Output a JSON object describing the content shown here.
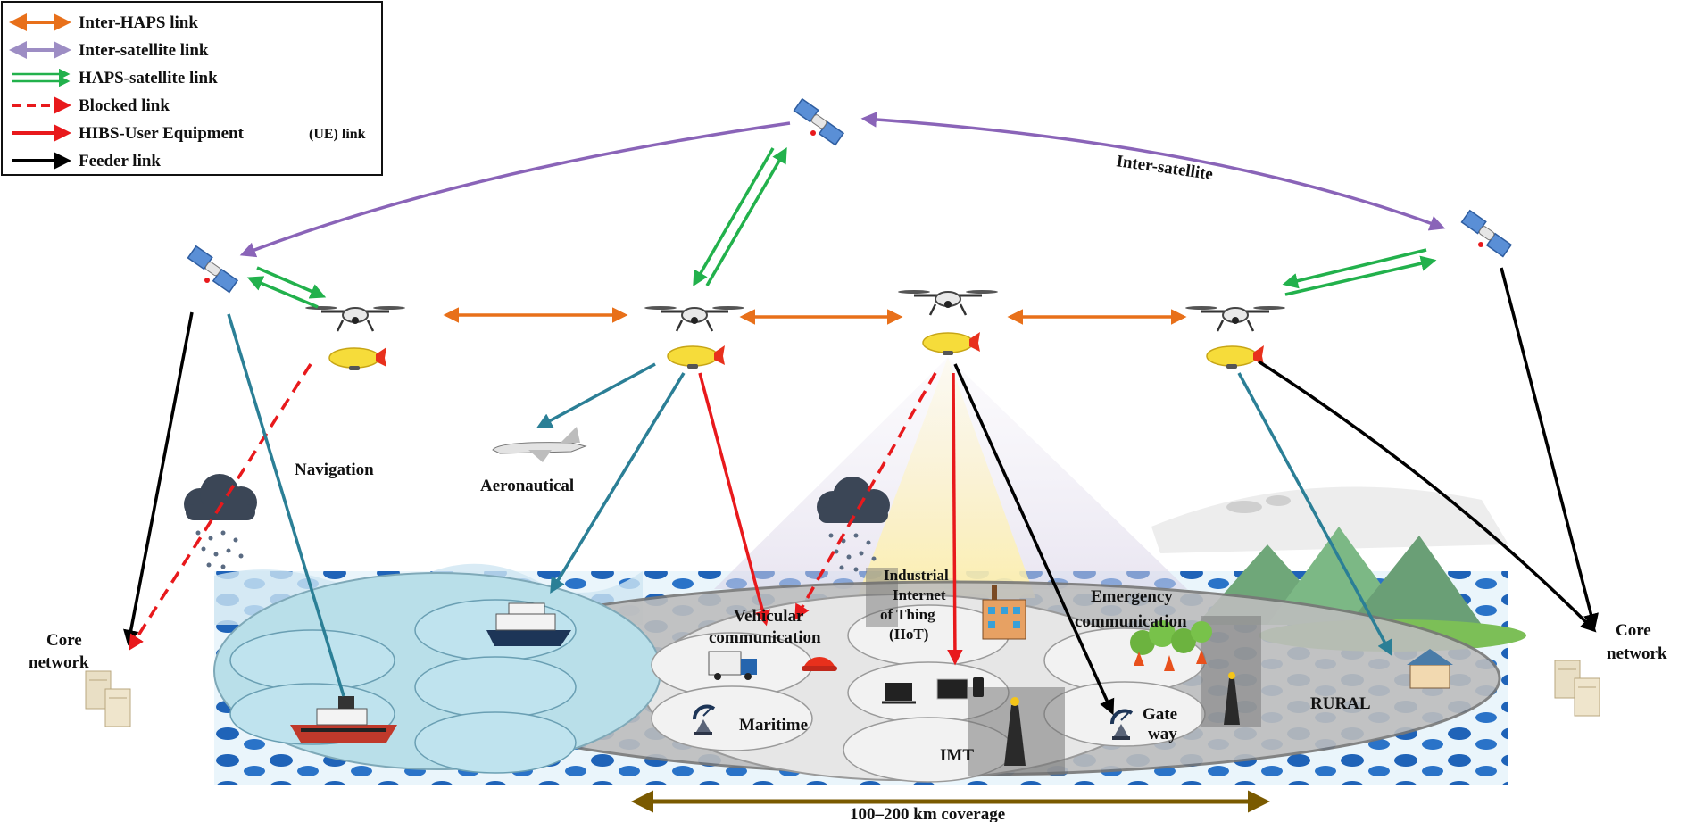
{
  "legend": {
    "items": [
      {
        "label": "Inter-HAPS link",
        "color": "#e8701a",
        "style": "double",
        "label_sub": ""
      },
      {
        "label": "Inter-satellite link",
        "color": "#9d8dc4",
        "style": "double",
        "label_sub": ""
      },
      {
        "label": "HAPS-satellite link",
        "color": "#22b14c",
        "style": "pair",
        "label_sub": ""
      },
      {
        "label": "Blocked link",
        "color": "#e8191c",
        "style": "dashed",
        "label_sub": ""
      },
      {
        "label": "HIBS-User Equipment",
        "color": "#e8191c",
        "style": "solid",
        "label_sub": "(UE) link"
      },
      {
        "label": "Feeder link",
        "color": "#000000",
        "style": "solid",
        "label_sub": ""
      }
    ]
  },
  "labels": {
    "inter_satellite": "Inter-satellite",
    "navigation": "Navigation",
    "aeronautical": "Aeronautical",
    "core_left_1": "Core",
    "core_left_2": "network",
    "core_right_1": "Core",
    "core_right_2": "network",
    "vehicular_1": "Vehicular",
    "vehicular_2": "communication",
    "iiot_1": "Industrial",
    "iiot_2": "Internet",
    "iiot_3": "of Thing",
    "iiot_4": "(IIoT)",
    "emergency_1": "Emergency",
    "emergency_2": "communication",
    "maritime": "Maritime",
    "imt": "IMT",
    "gateway_1": "Gate",
    "gateway_2": "way",
    "rural": "RURAL",
    "coverage": "100–200 km coverage"
  },
  "colors": {
    "inter_haps": "#e8701a",
    "inter_satellite": "#8a64b8",
    "haps_satellite": "#22b14c",
    "blocked": "#e8191c",
    "hibs_ue": "#e8191c",
    "feeder": "#000000",
    "service": "#2b7f96",
    "coverage_arrow": "#7a5a00",
    "sea": "#d6ecf5",
    "sea_dot": "#1f63b8"
  }
}
